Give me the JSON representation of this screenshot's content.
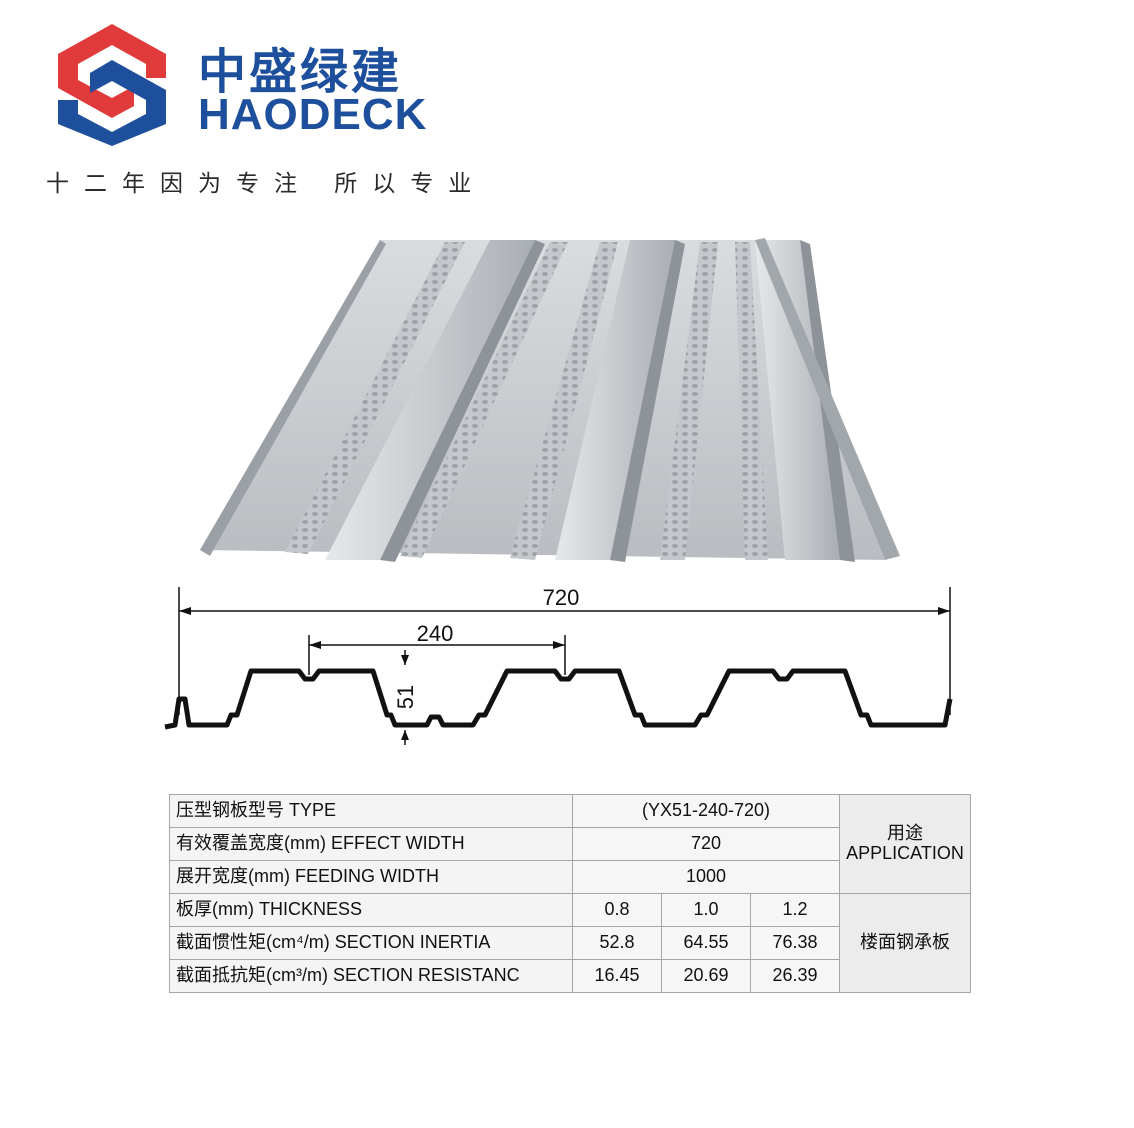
{
  "brand": {
    "name_cn": "中盛绿建",
    "name_en": "HAODECK",
    "slogan": "十二年因为专注 所以专业",
    "colors": {
      "red": "#e03a3a",
      "blue": "#1d4f9c"
    },
    "logo_icon": "hexagon-s-logo-icon"
  },
  "product_image": {
    "icon": "steel-floor-deck-image"
  },
  "profile": {
    "dim_total": "720",
    "dim_pitch": "240",
    "dim_height": "51"
  },
  "table": {
    "rows": {
      "type": {
        "label": "压型钢板型号  TYPE",
        "value": "(YX51-240-720)"
      },
      "effect_width": {
        "label": "有效覆盖宽度(mm)  EFFECT WIDTH",
        "value": "720"
      },
      "feeding_width": {
        "label": "展开宽度(mm)  FEEDING WIDTH",
        "value": "1000"
      },
      "thickness": {
        "label": "板厚(mm)  THICKNESS",
        "values": [
          "0.8",
          "1.0",
          "1.2"
        ]
      },
      "inertia": {
        "label": "截面惯性矩(cm⁴/m)  SECTION INERTIA",
        "values": [
          "52.8",
          "64.55",
          "76.38"
        ]
      },
      "resistance": {
        "label": "截面抵抗矩(cm³/m)  SECTION RESISTANC",
        "values": [
          "16.45",
          "20.69",
          "26.39"
        ]
      }
    },
    "application": {
      "title_cn": "用途",
      "title_en": "APPLICATION",
      "value": "楼面钢承板"
    }
  }
}
